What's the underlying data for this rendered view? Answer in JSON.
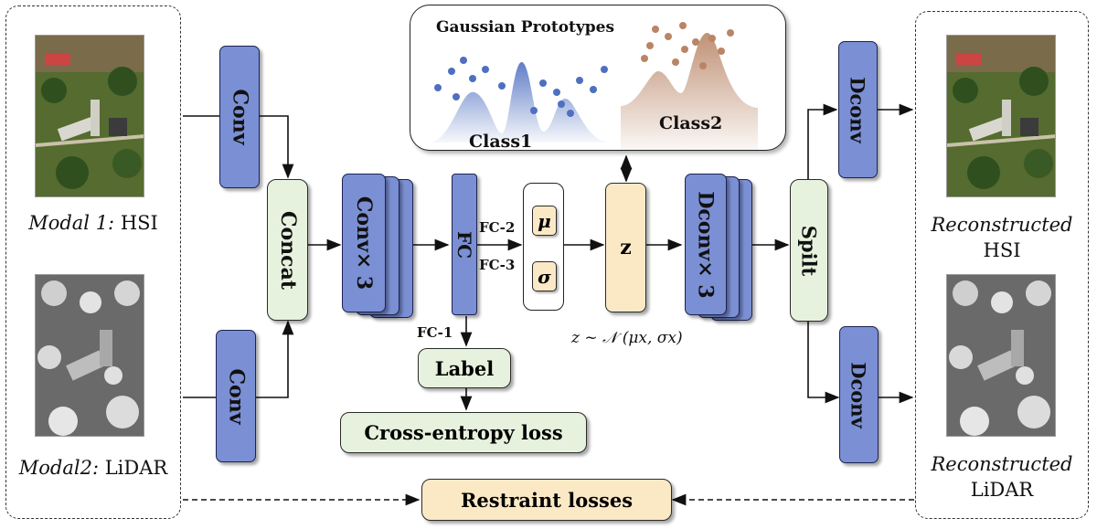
{
  "inputs": {
    "modal1_prefix": "Modal 1:",
    "modal1_name": "HSI",
    "modal2_prefix": "Modal2:",
    "modal2_name": "LiDAR"
  },
  "outputs": {
    "hsi_line1": "Reconstructed",
    "hsi_line2": "HSI",
    "lidar_line1": "Reconstructed",
    "lidar_line2": "LiDAR"
  },
  "encoder": {
    "conv_top": "Conv",
    "conv_bottom": "Conv",
    "concat": "Concat",
    "conv_x3": "Conv× 3",
    "fc": "FC",
    "fc1": "FC-1",
    "fc2": "FC-2",
    "fc3": "FC-3",
    "mu": "μ",
    "sigma": "σ",
    "z": "z",
    "z_formula": "z ~ 𝒩 (μx, σx)"
  },
  "decoder": {
    "dconv_x3": "Dconv× 3",
    "split": "Spilt",
    "dconv_top": "Dconv",
    "dconv_bottom": "Dconv"
  },
  "heads": {
    "label": "Label",
    "ce_loss": "Cross-entropy loss",
    "restraint": "Restraint losses"
  },
  "prototypes": {
    "title": "Gaussian Prototypes",
    "class1": "Class1",
    "class2": "Class2"
  },
  "colors": {
    "conv_blue": "#7b8fd4",
    "concat_green": "#e6f2dd",
    "latent_cream": "#fbe9c6",
    "class1_blue": "#4f6fc0",
    "class2_brown": "#b98566"
  }
}
